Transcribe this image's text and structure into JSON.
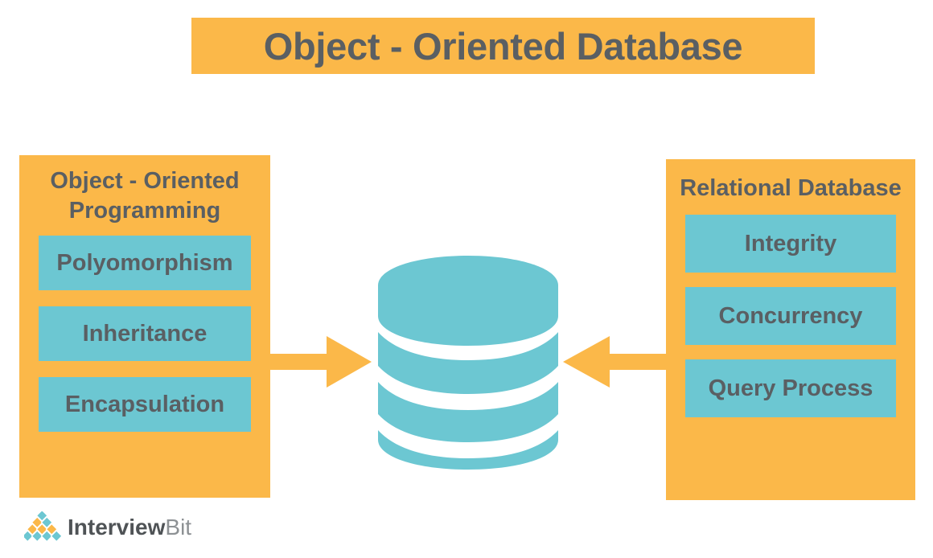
{
  "title": {
    "text": "Object - Oriented Database"
  },
  "left_panel": {
    "heading": "Object - Oriented Programming",
    "items": [
      {
        "label": "Polyomorphism"
      },
      {
        "label": "Inheritance"
      },
      {
        "label": "Encapsulation"
      }
    ]
  },
  "right_panel": {
    "heading": "Relational Database",
    "items": [
      {
        "label": "Integrity"
      },
      {
        "label": "Concurrency"
      },
      {
        "label": "Query Process"
      }
    ]
  },
  "center": {
    "icon": "database-cylinder-icon",
    "segments": 4
  },
  "arrows": [
    {
      "name": "arrow-oop-to-database",
      "direction": "right"
    },
    {
      "name": "arrow-rdb-to-database",
      "direction": "left"
    }
  ],
  "logo": {
    "mark": "interviewbit-diamond-logo",
    "word_primary": "Interview",
    "word_secondary": "Bit"
  },
  "colors": {
    "orange": "#FBB849",
    "teal": "#6CC7D2",
    "text_dark": "#5A5F63",
    "background": "#FFFFFF",
    "logo_word_primary": "#4F5356",
    "logo_word_secondary": "#8D9194"
  }
}
